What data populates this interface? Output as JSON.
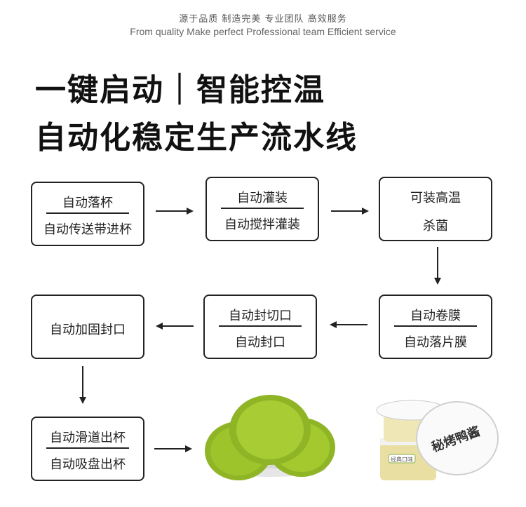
{
  "header": {
    "tagline_cn": "源于品质 制造完美 专业团队 高效服务",
    "tagline_en": "From quality Make perfect Professional team Efficient service",
    "headline_1": "一键启动｜智能控温",
    "headline_2": "自动化稳定生产流水线"
  },
  "steps": [
    {
      "top": "自动落杯",
      "bottom": "自动传送带进杯"
    },
    {
      "top": "自动灌装",
      "bottom": "自动搅拌灌装"
    },
    {
      "top": "可装高温",
      "bottom": "杀菌"
    },
    {
      "top": "自动卷膜",
      "bottom": "自动落片膜"
    },
    {
      "top": "自动封切口",
      "bottom": "自动封口"
    },
    {
      "top": "自动加固封口",
      "bottom": ""
    },
    {
      "top": "自动滑道出杯",
      "bottom": "自动吸盘出杯"
    }
  ],
  "product_labels": {
    "lid_text": "秘烤鸭酱",
    "small_label": "经典口味"
  },
  "colors": {
    "border": "#222222",
    "lid_green": "#9dc42a",
    "headline": "#111111"
  }
}
